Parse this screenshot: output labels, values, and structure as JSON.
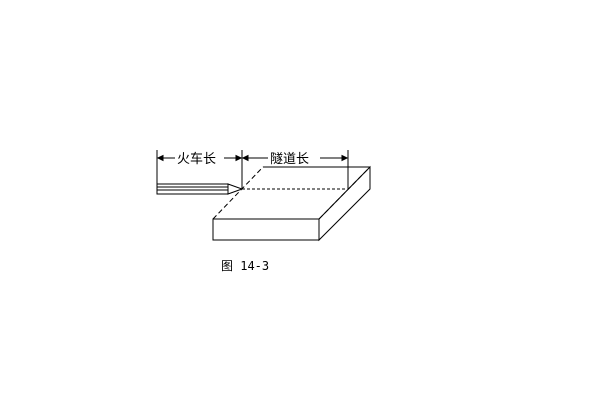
{
  "diagram": {
    "labels": {
      "train_length": "火车长",
      "tunnel_length": "隧道长"
    },
    "caption": "图 14-3",
    "colors": {
      "line": "#000000",
      "background": "#ffffff"
    }
  }
}
